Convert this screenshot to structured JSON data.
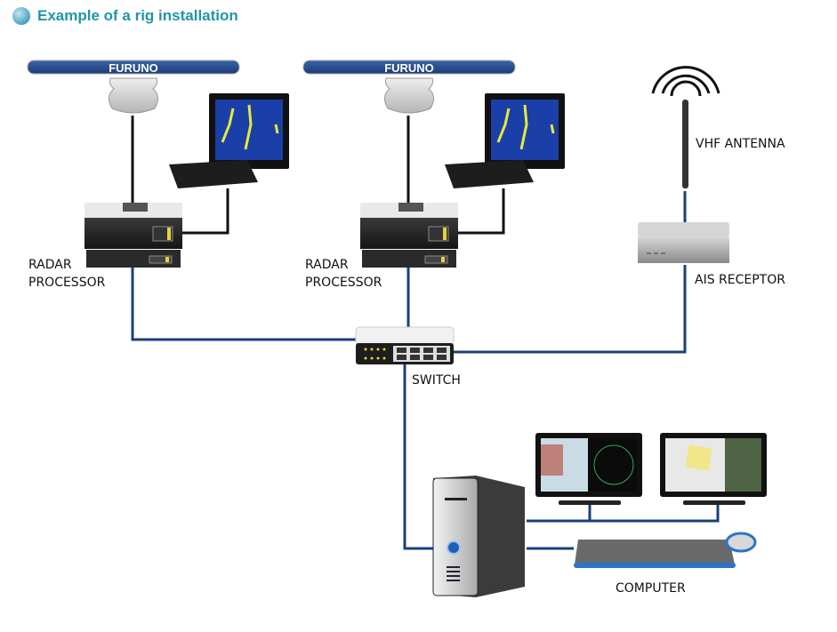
{
  "title": "Example of a rig installation",
  "colors": {
    "title": "#1f96a8",
    "network_line": "#1b3f7a",
    "video_line": "#111111"
  },
  "radar_units": [
    {
      "antenna_brand": "FURUNO",
      "label_line1": "RADAR",
      "label_line2": "PROCESSOR"
    },
    {
      "antenna_brand": "FURUNO",
      "label_line1": "RADAR",
      "label_line2": "PROCESSOR"
    }
  ],
  "vhf_antenna": {
    "label": "VHF ANTENNA"
  },
  "ais": {
    "label": "AIS RECEPTOR"
  },
  "switch": {
    "label": "SWITCH"
  },
  "computer": {
    "label": "COMPUTER"
  }
}
